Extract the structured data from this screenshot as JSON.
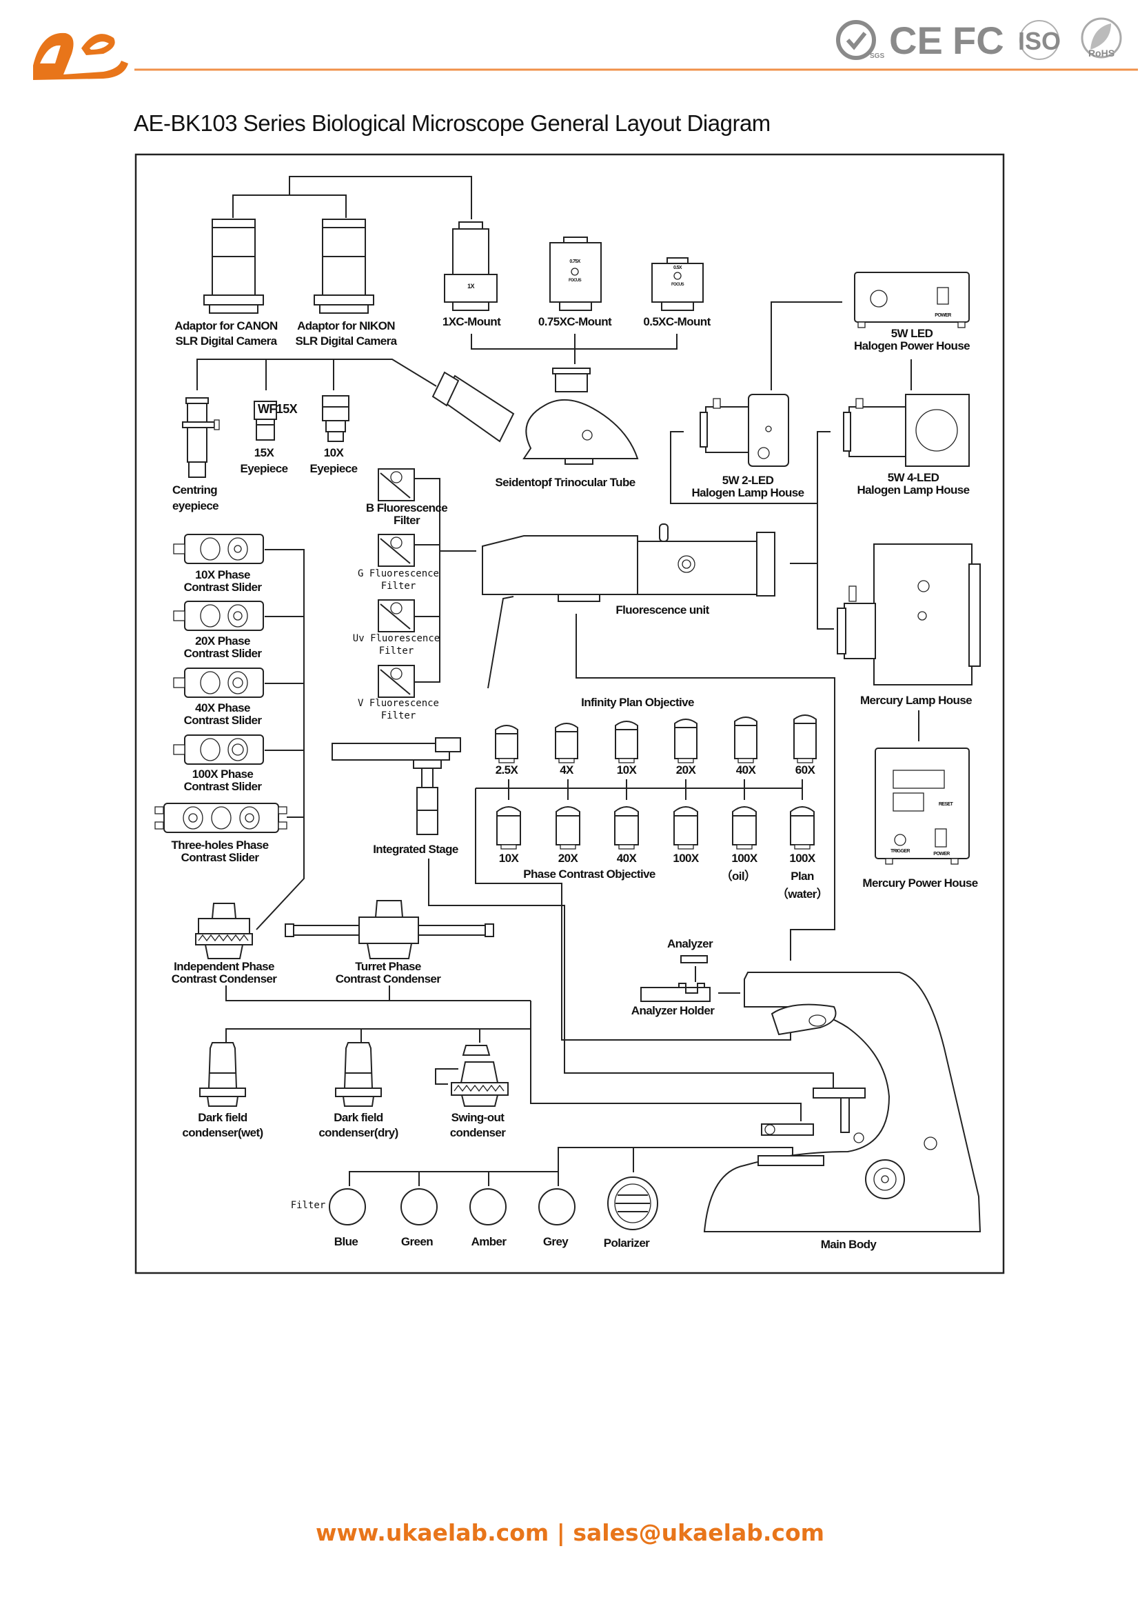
{
  "header": {
    "logo_text": "ae",
    "brand_color": "#e8751a",
    "certifications": [
      "SGS",
      "CE",
      "FC",
      "ISO",
      "RoHS"
    ]
  },
  "title": "AE-BK103 Series Biological Microscope General Layout Diagram",
  "labels": {
    "canon": [
      "Adaptor for CANON",
      "SLR Digital Camera"
    ],
    "nikon": [
      "Adaptor for NIKON",
      "SLR Digital Camera"
    ],
    "mount1": [
      "1XC-Mount"
    ],
    "mount075": [
      "0.75XC-Mount"
    ],
    "mount05": [
      "0.5XC-Mount"
    ],
    "led_power": [
      "5W LED",
      "Halogen Power House"
    ],
    "eye15": [
      "15X",
      "Eyepiece"
    ],
    "eye10": [
      "10X",
      "Eyepiece"
    ],
    "centring": [
      "Centring",
      "eyepiece"
    ],
    "trinocular": [
      "Seidentopf Trinocular Tube"
    ],
    "led2": [
      "5W 2-LED",
      "Halogen Lamp House"
    ],
    "led4": [
      "5W 4-LED",
      "Halogen Lamp House"
    ],
    "filter_b": [
      "B Fluorescence",
      "Filter"
    ],
    "filter_g": [
      "G Fluorescence",
      "Filter"
    ],
    "filter_uv": [
      "Uv Fluorescence",
      "Filter"
    ],
    "filter_v": [
      "V Fluorescence",
      "Filter"
    ],
    "fluo_unit": [
      "Fluorescence unit"
    ],
    "slider10": [
      "10X Phase",
      "Contrast Slider"
    ],
    "slider20": [
      "20X Phase",
      "Contrast Slider"
    ],
    "slider40": [
      "40X Phase",
      "Contrast Slider"
    ],
    "slider100": [
      "100X Phase",
      "Contrast Slider"
    ],
    "slider3": [
      "Three-holes Phase",
      "Contrast Slider"
    ],
    "stage": [
      "Integrated Stage"
    ],
    "infinity": [
      "Infinity Plan Objective"
    ],
    "phase_obj": [
      "Phase Contrast Objective"
    ],
    "mercury_lamp": [
      "Mercury Lamp House"
    ],
    "mercury_power": [
      "Mercury Power House"
    ],
    "indep_cond": [
      "Independent Phase",
      "Contrast Condenser"
    ],
    "turret_cond": [
      "Turret Phase",
      "Contrast Condenser"
    ],
    "analyzer": [
      "Analyzer"
    ],
    "analyzer_holder": [
      "Analyzer Holder"
    ],
    "dark_wet": [
      "Dark field",
      "condenser(wet)"
    ],
    "dark_dry": [
      "Dark field",
      "condenser(dry)"
    ],
    "swing": [
      "Swing-out",
      "condenser"
    ],
    "filter": [
      "Filter"
    ],
    "blue": [
      "Blue"
    ],
    "green": [
      "Green"
    ],
    "amber": [
      "Amber"
    ],
    "grey": [
      "Grey"
    ],
    "polarizer": [
      "Polarizer"
    ],
    "main_body": [
      "Main Body"
    ]
  },
  "device_text": {
    "wf15x": "WF15X",
    "mount1_mark": "1X",
    "mount075_mark": "0.75X",
    "mount05_mark": "0.5X",
    "focus": "FOCUS",
    "power": "POWER",
    "trigger": "TRIGGER",
    "reset": "RESET"
  },
  "infinity_objectives": [
    "2.5X",
    "4X",
    "10X",
    "20X",
    "40X",
    "60X"
  ],
  "phase_objectives": [
    [
      "10X"
    ],
    [
      "20X"
    ],
    [
      "40X"
    ],
    [
      "100X"
    ],
    [
      "100X",
      "（oil）"
    ],
    [
      "100X",
      "Plan",
      "（water）"
    ]
  ],
  "footer": {
    "website": "www.ukaelab.com",
    "separator": "|",
    "email": "sales@ukaelab.com"
  }
}
